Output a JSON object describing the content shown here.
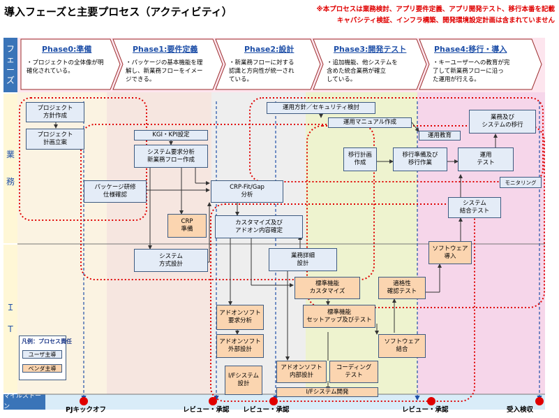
{
  "title": "導入フェーズと主要プロセス（アクティビティ）",
  "notes": [
    "※本プロセスは業務検討、アプリ要件定義、アプリ開発テスト、移行本番を記載",
    "キャパシティ検証、インフラ構築、開発環境設定計画は含まれていません"
  ],
  "lanes": {
    "phase": [
      "フ",
      "ェ",
      "ー",
      "ズ"
    ],
    "business": [
      "業",
      "務"
    ],
    "it": [
      "Ｉ",
      "Ｔ"
    ],
    "milestone": "マイルストーン"
  },
  "phases": [
    {
      "title": "Phase0:準備",
      "desc": [
        "・プロジェクトの全体像が明",
        "確化されている。"
      ]
    },
    {
      "title": "Phase1:要件定義",
      "desc": [
        "・パッケージの基本機能を理",
        "解し、新業務フローをイメー",
        "ジできる。"
      ]
    },
    {
      "title": "Phase2:設計",
      "desc": [
        "・新業務フローに対する",
        "認識と方向性が統一され",
        "ている。"
      ]
    },
    {
      "title": "Phase3:開発テスト",
      "desc": [
        "・追加機能、他システムを",
        "含めた統合業務が確立",
        "している。"
      ]
    },
    {
      "title": "Phase4:移行・導入",
      "desc": [
        "・キーユーザーへの教育が完",
        "了して新業務フローに沿っ",
        "た運用が行える。"
      ]
    }
  ],
  "boxes": [
    {
      "lines": [
        "プロジェクト",
        "方針作成"
      ],
      "type": "user"
    },
    {
      "lines": [
        "プロジェクト",
        "計画立案"
      ],
      "type": "user"
    },
    {
      "lines": [
        "KGI・KPI設定"
      ],
      "type": "user"
    },
    {
      "lines": [
        "システム要求分析",
        "新業務フロー作成"
      ],
      "type": "user"
    },
    {
      "lines": [
        "パッケージ研修",
        "仕様確認"
      ],
      "type": "user"
    },
    {
      "lines": [
        "CRP",
        "準備"
      ],
      "type": "vendor"
    },
    {
      "lines": [
        "システム",
        "方式設計"
      ],
      "type": "user"
    },
    {
      "lines": [
        "CRP-Fit/Gap",
        "分析"
      ],
      "type": "user"
    },
    {
      "lines": [
        "カスタマイズ及び",
        "アドオン内容確定"
      ],
      "type": "user"
    },
    {
      "lines": [
        "運用方針／セキュリティ検討"
      ],
      "type": "user"
    },
    {
      "lines": [
        "運用マニュアル作成"
      ],
      "type": "user"
    },
    {
      "lines": [
        "運用教育"
      ],
      "type": "user"
    },
    {
      "lines": [
        "業務及び",
        "システムの移行"
      ],
      "type": "user"
    },
    {
      "lines": [
        "移行計画",
        "作成"
      ],
      "type": "user"
    },
    {
      "lines": [
        "移行準備及び",
        "移行作業"
      ],
      "type": "user"
    },
    {
      "lines": [
        "運用",
        "テスト"
      ],
      "type": "user"
    },
    {
      "lines": [
        "モニタリング"
      ],
      "type": "user"
    },
    {
      "lines": [
        "システム",
        "結合テスト"
      ],
      "type": "user"
    },
    {
      "lines": [
        "業務詳細",
        "設計"
      ],
      "type": "user"
    },
    {
      "lines": [
        "ソフトウェア",
        "導入"
      ],
      "type": "vendor"
    },
    {
      "lines": [
        "標準機能",
        "カスタマイズ"
      ],
      "type": "vendor"
    },
    {
      "lines": [
        "適格性",
        "確認テスト"
      ],
      "type": "vendor"
    },
    {
      "lines": [
        "標準機能",
        "セットアップ及びテスト"
      ],
      "type": "vendor"
    },
    {
      "lines": [
        "アドオンソフト",
        "要求分析"
      ],
      "type": "vendor"
    },
    {
      "lines": [
        "アドオンソフト",
        "外部設計"
      ],
      "type": "vendor"
    },
    {
      "lines": [
        "ソフトウェア",
        "結合"
      ],
      "type": "vendor"
    },
    {
      "lines": [
        "I/Fシステム",
        "設計"
      ],
      "type": "vendor"
    },
    {
      "lines": [
        "アドオンソフト",
        "内部設計"
      ],
      "type": "vendor"
    },
    {
      "lines": [
        "コーディング",
        "テスト"
      ],
      "type": "vendor"
    },
    {
      "lines": [
        "I/Fシステム開発"
      ],
      "type": "vendor"
    }
  ],
  "milestones": [
    "PJキックオフ",
    "レビュー・承認",
    "レビュー・承認",
    "レビュー・承認",
    "受入検収"
  ],
  "legend": {
    "title": "凡例：プロセス責任",
    "user": "ユーザ主導",
    "vendor": "ベンダ主導"
  },
  "colors": {
    "lane_label": "#3a74b8",
    "user_box": "#e4ecf7",
    "vendor_box": "#fbd5b0",
    "milestone_dot": "#e00000",
    "red_dotted": "#e00000"
  }
}
